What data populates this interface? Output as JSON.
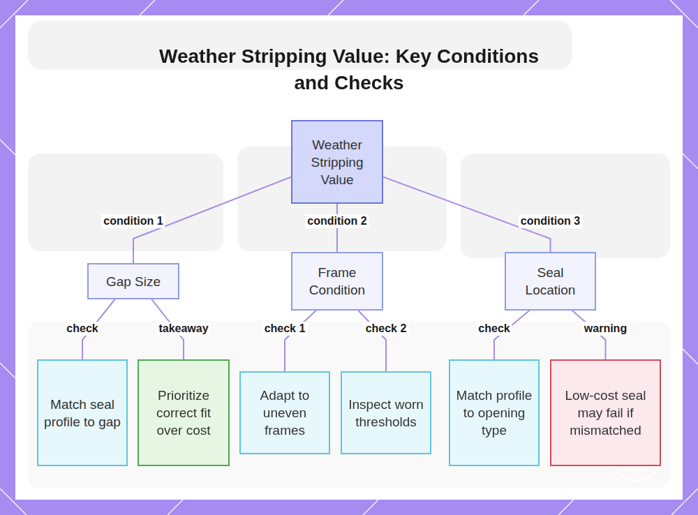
{
  "diagram": {
    "title": "Weather Stripping Value: Key Conditions and Checks",
    "nodes": [
      {
        "text": [
          "Weather Stripping Value"
        ]
      },
      {
        "text": [
          "Gap Size"
        ]
      },
      {
        "text": [
          "Frame Condition"
        ]
      },
      {
        "text": [
          "Seal Location"
        ]
      },
      {
        "text": [
          "Match seal profile to gap"
        ]
      },
      {
        "text": [
          "Prioritize correct fit over cost"
        ]
      },
      {
        "text": [
          "Adapt to uneven frames"
        ]
      },
      {
        "text": [
          "Inspect worn thresholds"
        ]
      },
      {
        "text": [
          "Match profile to opening type"
        ]
      },
      {
        "text": [
          "Low-cost seal may fail if mismatched"
        ]
      }
    ],
    "edges": [
      {
        "from": 0,
        "to": 1,
        "label": "condition 1",
        "arrow": "none"
      },
      {
        "from": 0,
        "to": 2,
        "label": "condition 2",
        "arrow": "none"
      },
      {
        "from": 0,
        "to": 3,
        "label": "condition 3",
        "arrow": "none"
      },
      {
        "from": 1,
        "to": 4,
        "label": "check",
        "arrow": "none"
      },
      {
        "from": 1,
        "to": 5,
        "label": "takeaway",
        "arrow": "none"
      },
      {
        "from": 2,
        "to": 6,
        "label": "check 1",
        "arrow": "none"
      },
      {
        "from": 2,
        "to": 7,
        "label": "check 2",
        "arrow": "none"
      },
      {
        "from": 3,
        "to": 8,
        "label": "check",
        "arrow": "none"
      },
      {
        "from": 3,
        "to": 9,
        "label": "warning",
        "arrow": "none"
      }
    ]
  }
}
